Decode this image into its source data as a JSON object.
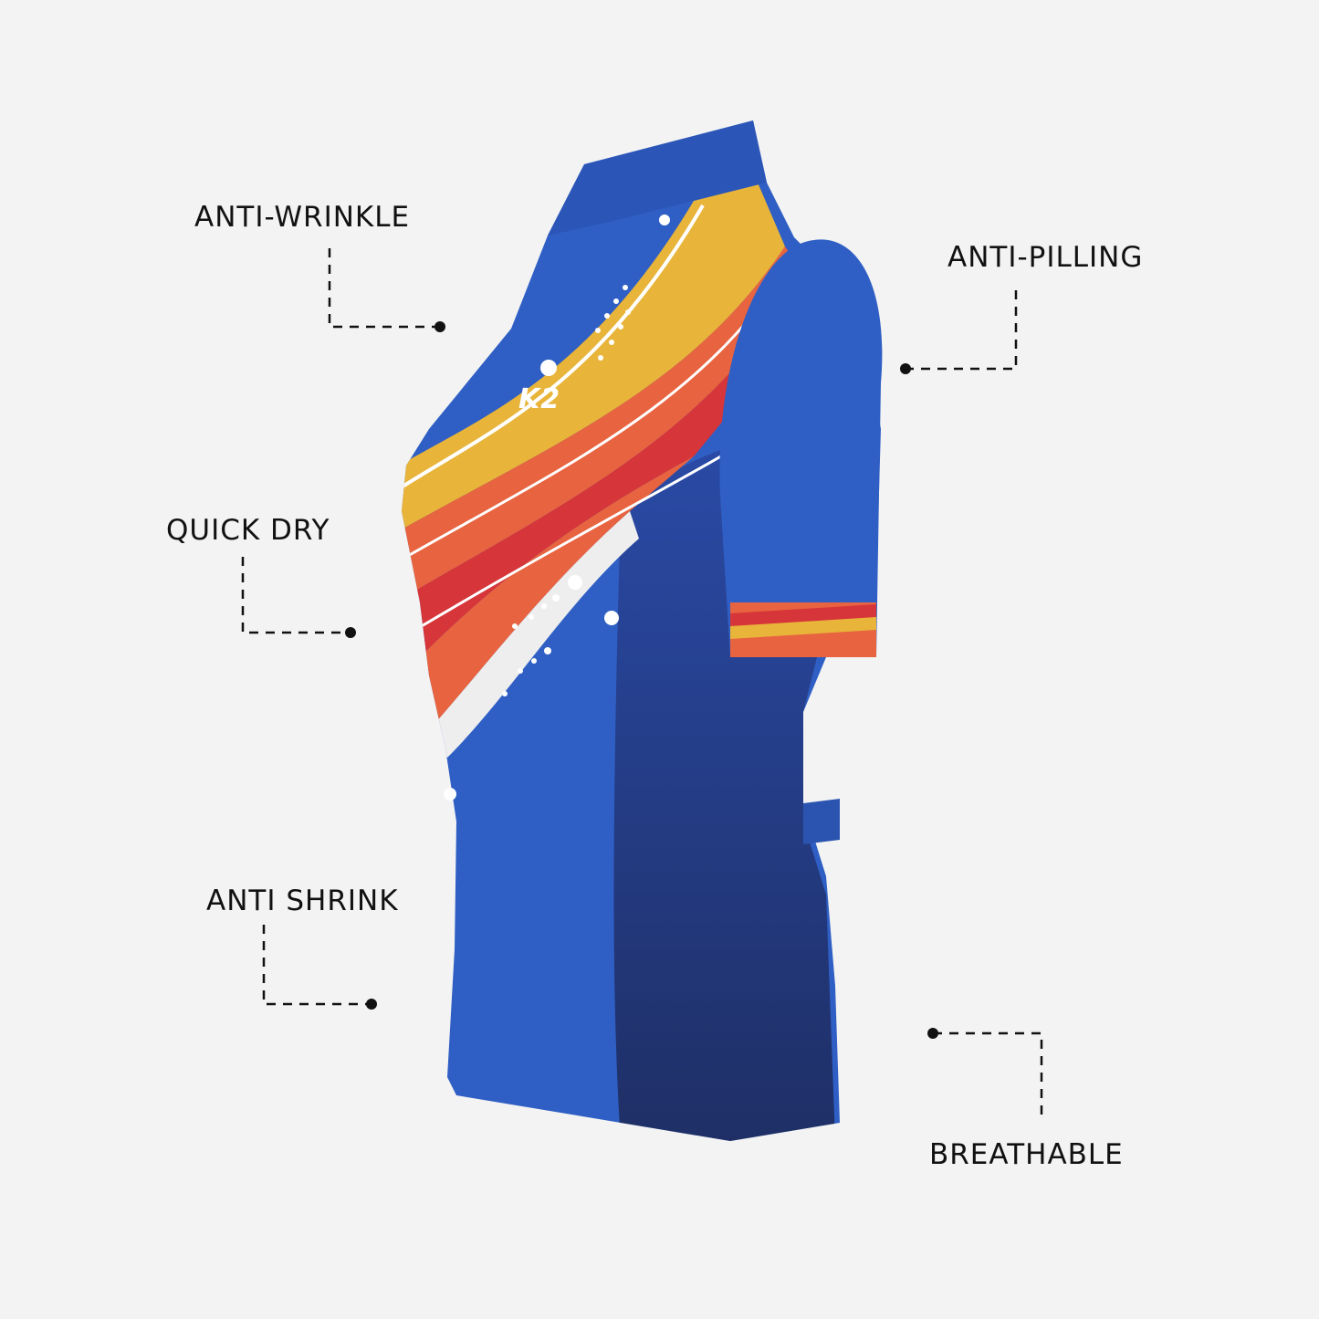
{
  "product": {
    "type": "cycling jersey",
    "logo_text": "K2",
    "colors": {
      "background": "#f3f3f3",
      "jersey_blue": "#2f5fc4",
      "side_panel_navy": "#22397a",
      "stripe_yellow": "#e8b43a",
      "stripe_orange": "#e8633f",
      "stripe_red": "#d6353a",
      "label_text": "#111111"
    }
  },
  "features": [
    {
      "label": "ANTI-WRINKLE",
      "side": "left"
    },
    {
      "label": "ANTI-PILLING",
      "side": "right"
    },
    {
      "label": "QUICK DRY",
      "side": "left"
    },
    {
      "label": "ANTI SHRINK",
      "side": "left"
    },
    {
      "label": "BREATHABLE",
      "side": "right"
    }
  ]
}
